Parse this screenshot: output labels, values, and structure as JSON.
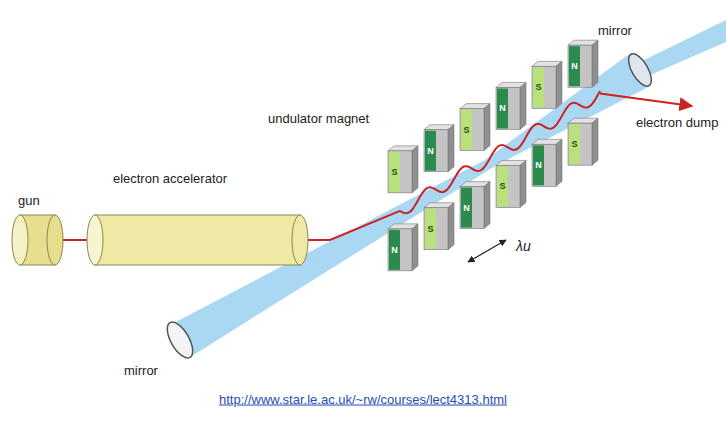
{
  "diagram": {
    "labels": [
      "mirror",
      "undulator magnet",
      "electron dump",
      "gun",
      "electron accelerator",
      "λu",
      "mirror",
      "http://www.star.le.ac.uk/~rw/courses/lect4313.html",
      "S",
      "N",
      "S",
      "N",
      "S",
      "N",
      "N",
      "S",
      "N",
      "S",
      "N",
      "S"
    ]
  }
}
